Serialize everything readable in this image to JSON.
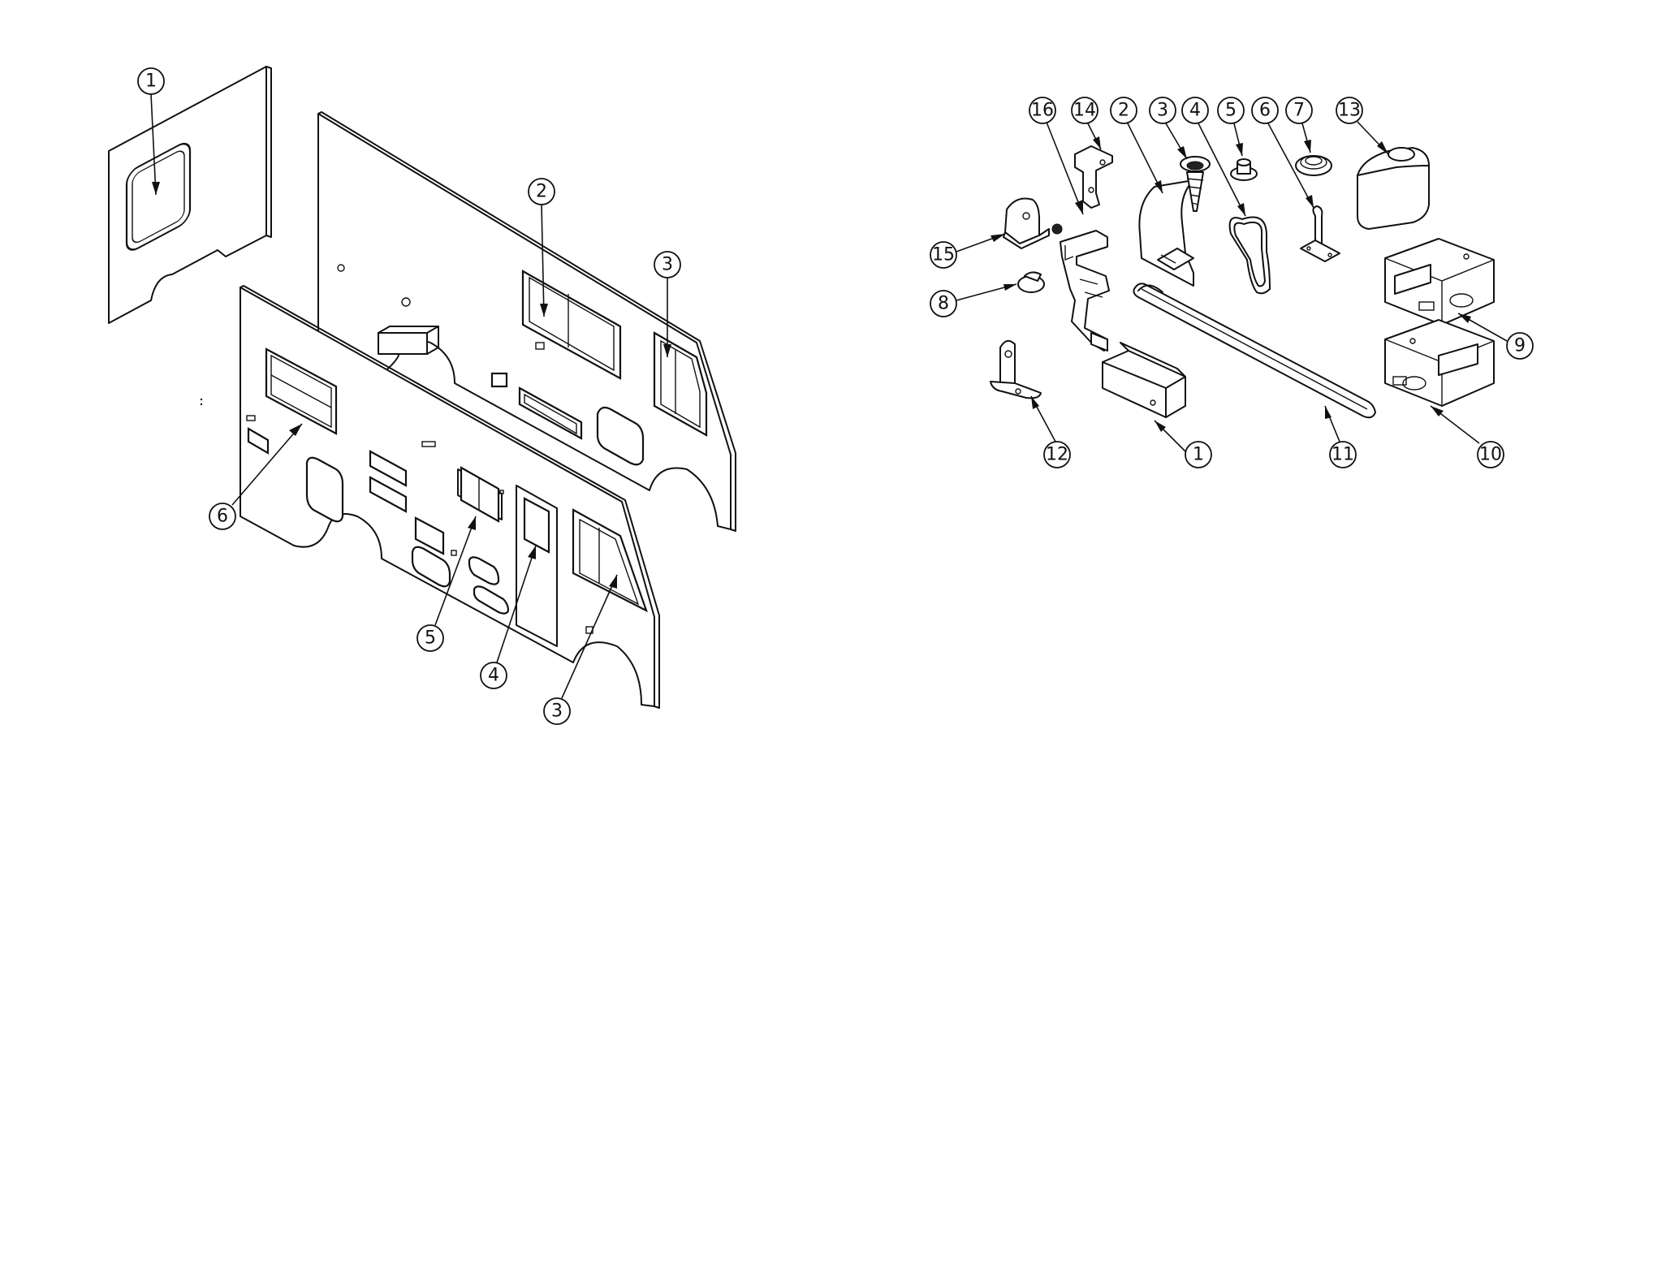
{
  "callouts": {
    "left_panels": [
      {
        "label": "1"
      },
      {
        "label": "2"
      },
      {
        "label": "3"
      },
      {
        "label": "6"
      },
      {
        "label": "5"
      },
      {
        "label": "4"
      },
      {
        "label": "3"
      }
    ],
    "hardware": [
      {
        "label": "16"
      },
      {
        "label": "14"
      },
      {
        "label": "2"
      },
      {
        "label": "3"
      },
      {
        "label": "4"
      },
      {
        "label": "5"
      },
      {
        "label": "6"
      },
      {
        "label": "7"
      },
      {
        "label": "13"
      },
      {
        "label": "15"
      },
      {
        "label": "8"
      },
      {
        "label": "9"
      },
      {
        "label": "12"
      },
      {
        "label": "1"
      },
      {
        "label": "11"
      },
      {
        "label": "10"
      }
    ]
  },
  "colors": {
    "line": "#111111",
    "paper": "#ffffff"
  }
}
